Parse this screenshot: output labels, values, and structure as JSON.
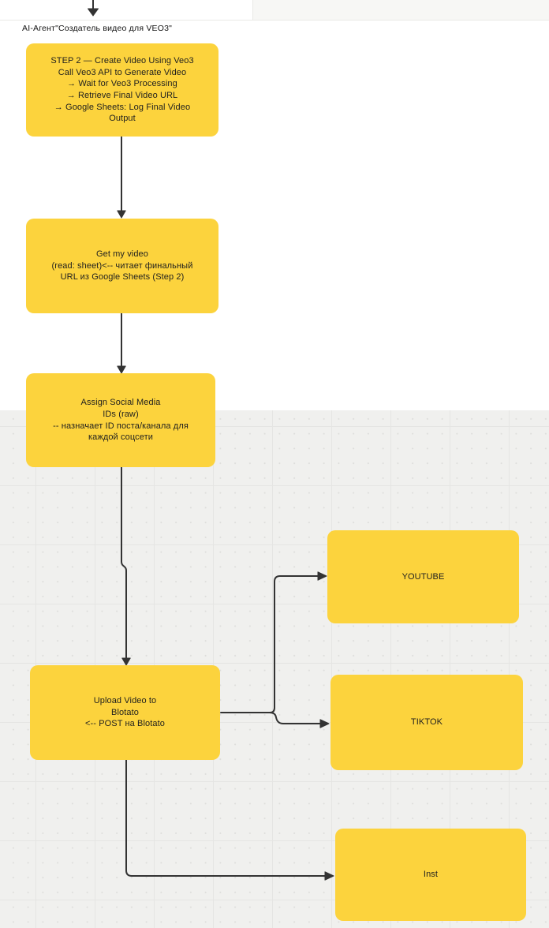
{
  "colors": {
    "node_fill": "#FCD33D",
    "edge_color": "#333333",
    "canvas_bg": "#F0F0EE",
    "top_bg": "#FFFFFF"
  },
  "canvas": {
    "agent_title": "AI-Агент\"Создатель видео для VEO3\""
  },
  "nodes": {
    "step2": {
      "label": "STEP 2 — Create Video Using Veo3\nCall Veo3 API to Generate Video\n→ Wait for Veo3 Processing\n→ Retrieve Final Video URL\n→ Google Sheets: Log Final Video\nOutput"
    },
    "get_video": {
      "label": "Get my video\n(read: sheet)<-- читает финальный\nURL из Google Sheets (Step 2)"
    },
    "assign_ids": {
      "label": "Assign Social Media\nIDs (raw)\n-- назначает ID поста/канала для\nкаждой соцсети"
    },
    "upload": {
      "label": "Upload Video to\nBlotato\n<-- POST на Blotato"
    },
    "youtube": {
      "label": "YOUTUBE"
    },
    "tiktok": {
      "label": "TIKTOK"
    },
    "inst": {
      "label": "Inst"
    }
  },
  "edges": [
    {
      "from": "offscreen-top",
      "to": "step2"
    },
    {
      "from": "step2",
      "to": "get_video"
    },
    {
      "from": "get_video",
      "to": "assign_ids"
    },
    {
      "from": "assign_ids",
      "to": "upload"
    },
    {
      "from": "upload",
      "to": "youtube"
    },
    {
      "from": "upload",
      "to": "tiktok"
    },
    {
      "from": "upload",
      "to": "inst"
    }
  ]
}
